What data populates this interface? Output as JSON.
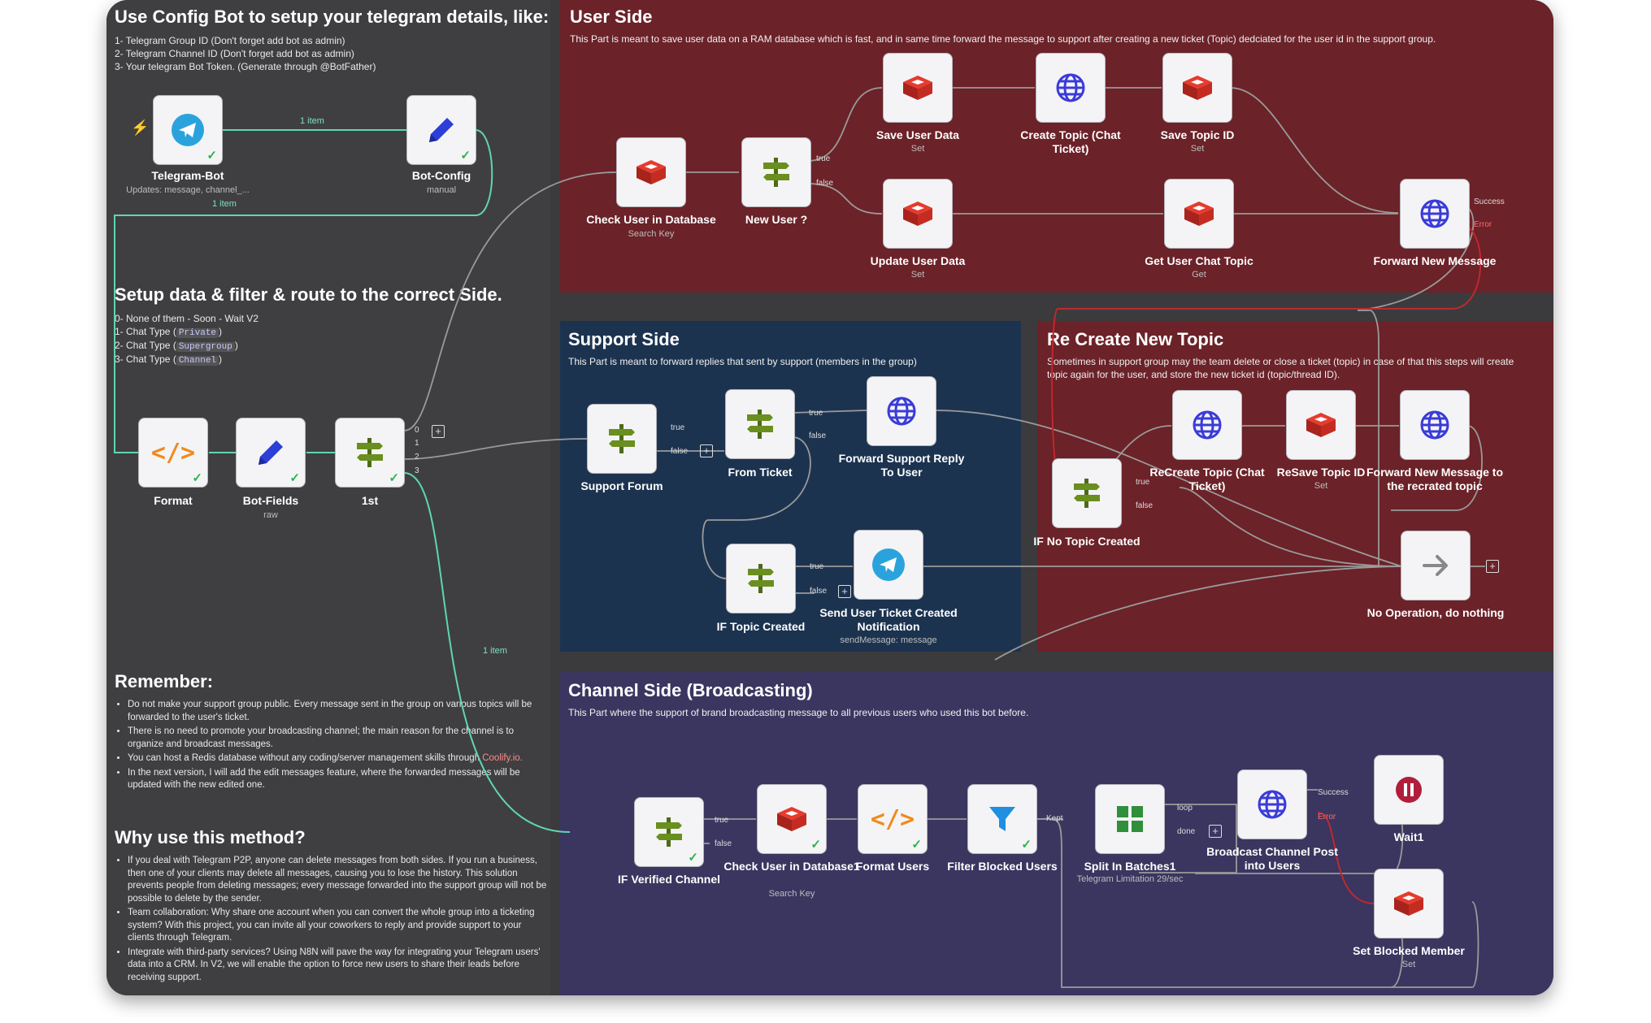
{
  "config_note": {
    "title": "Use Config Bot to setup your telegram details, like:",
    "lines": [
      "1- Telegram Group ID (Don't forget add bot as admin)",
      "2- Telegram Channel ID (Don't forget add bot as admin)",
      "3- Your telegram Bot Token. (Generate through @BotFather)"
    ]
  },
  "setup_note": {
    "title": "Setup data & filter & route to the correct Side.",
    "line0": "0- None of them - Soon - Wait V2",
    "line1_prefix": "1- Chat Type (",
    "line1_code": "Private",
    "line1_suffix": ")",
    "line2_prefix": "2- Chat Type (",
    "line2_code": "Supergroup",
    "line2_suffix": ")",
    "line3_prefix": "3- Chat Type (",
    "line3_code": "Channel",
    "line3_suffix": ")"
  },
  "remember_note": {
    "title": "Remember:",
    "items": [
      "Do not make your support group public. Every message sent in the group on various topics will be forwarded to the user's ticket.",
      "There is no need to promote your broadcasting channel; the main reason for the channel is to organize and broadcast messages.",
      "You can host a Redis database without any coding/server management skills through",
      "In the next version, I will add the edit messages feature, where the forwarded messages will be updated with the new edited one."
    ],
    "link": "Coolify.io."
  },
  "why_note": {
    "title": "Why use this method?",
    "items": [
      "If you deal with Telegram P2P, anyone can delete messages from both sides. If you run a business, then one of your clients may delete all messages, causing you to lose the history. This solution prevents people from deleting messages; every message forwarded into the support group will not be possible to delete by the sender.",
      "Team collaboration: Why share one account when you can convert the whole group into a ticketing system? With this project, you can invite all your coworkers to reply and provide support to your clients through Telegram.",
      "Integrate with third-party services? Using N8N will pave the way for integrating your Telegram users' data into a CRM. In V2, we will enable the option to force new users to share their leads before receiving support."
    ]
  },
  "sections": {
    "user": {
      "title": "User Side",
      "desc": "This Part is meant to save user data on a RAM database which is fast, and in same time forward the message to support after creating a new ticket (Topic) dedciated for the user id in the support group.",
      "color": "#6b2228"
    },
    "support": {
      "title": "Support Side",
      "desc": "This Part is meant to forward replies that sent by support (members in the group)",
      "color": "#1c3350"
    },
    "recreate": {
      "title": "Re Create New Topic",
      "desc1": "Sometimes in support group may the team delete or close a ticket (topic) in case of that this steps will create",
      "desc2": "topic again for the user, and store the new ticket id (topic/thread ID).",
      "color": "#6b2228"
    },
    "channel": {
      "title": "Channel Side (Broadcasting)",
      "desc": "This Part where the support of brand broadcasting message to all previous users who used this bot before.",
      "color": "#3a3660"
    }
  },
  "nodes": {
    "telegram_bot": {
      "label": "Telegram-Bot",
      "sub": "Updates: message, channel_...",
      "icon": "telegram-icon"
    },
    "bot_config": {
      "label": "Bot-Config",
      "sub": "manual",
      "icon": "pencil-icon"
    },
    "format": {
      "label": "Format",
      "icon": "code-icon"
    },
    "bot_fields": {
      "label": "Bot-Fields",
      "sub": "raw",
      "icon": "pencil-icon"
    },
    "first": {
      "label": "1st",
      "icon": "switch-icon"
    },
    "check_user": {
      "label": "Check User in Database",
      "sub": "Search Key",
      "icon": "redis-icon"
    },
    "new_user": {
      "label": "New User ?",
      "icon": "if-icon"
    },
    "save_user": {
      "label": "Save User Data",
      "sub": "Set",
      "icon": "redis-icon"
    },
    "create_topic": {
      "label": "Create Topic (Chat Ticket)",
      "icon": "globe-icon"
    },
    "save_topic": {
      "label": "Save Topic ID",
      "sub": "Set",
      "icon": "redis-icon"
    },
    "update_user": {
      "label": "Update User Data",
      "sub": "Set",
      "icon": "redis-icon"
    },
    "get_topic": {
      "label": "Get User Chat Topic",
      "sub": "Get",
      "icon": "redis-icon"
    },
    "forward_new": {
      "label": "Forward New Message",
      "icon": "globe-icon"
    },
    "support_forum": {
      "label": "Support Forum",
      "icon": "if-icon"
    },
    "from_ticket": {
      "label": "From Ticket",
      "icon": "if-icon"
    },
    "forward_reply": {
      "label": "Forward Support Reply To User",
      "icon": "globe-icon"
    },
    "if_topic_created": {
      "label": "IF Topic Created",
      "icon": "if-icon"
    },
    "send_ticket": {
      "label": "Send User Ticket Created Notification",
      "sub": "sendMessage: message",
      "icon": "telegram-icon"
    },
    "if_no_topic": {
      "label": "IF No Topic Created",
      "icon": "if-icon"
    },
    "recreate_topic": {
      "label": "ReCreate Topic (Chat Ticket)",
      "icon": "globe-icon"
    },
    "resave_topic": {
      "label": "ReSave Topic ID",
      "sub": "Set",
      "icon": "redis-icon"
    },
    "forward_recreated": {
      "label": "Forward New Message to the recrated topic",
      "icon": "globe-icon"
    },
    "noop": {
      "label": "No Operation, do nothing",
      "icon": "arrow-icon"
    },
    "if_verified": {
      "label": "IF Verified Channel",
      "icon": "if-icon"
    },
    "check_user1": {
      "label": "Check User in Database1",
      "sub": "Search Key",
      "icon": "redis-icon"
    },
    "format_users": {
      "label": "Format Users",
      "icon": "code-icon"
    },
    "filter_blocked": {
      "label": "Filter Blocked Users",
      "icon": "filter-icon"
    },
    "split_batches": {
      "label": "Split In Batches1",
      "sub": "Telegram Limitation 29/sec",
      "icon": "batch-icon"
    },
    "broadcast": {
      "label": "Broadcast Channel Post into Users",
      "icon": "globe-icon"
    },
    "wait1": {
      "label": "Wait1",
      "icon": "pause-icon"
    },
    "set_blocked": {
      "label": "Set Blocked Member",
      "sub": "Set",
      "icon": "redis-icon"
    }
  },
  "edge_labels": {
    "item1": "1 item",
    "item2": "1 item",
    "item3": "1 item",
    "true": "true",
    "false": "false",
    "success": "Success",
    "error": "Error",
    "loop": "loop",
    "done": "done",
    "kept": "Kept",
    "p0": "0",
    "p1": "1",
    "p2": "2",
    "p3": "3"
  },
  "colors": {
    "accent_wire": "#5fd6b0",
    "wire": "#9a9a9a",
    "error_wire": "#c0282d"
  }
}
